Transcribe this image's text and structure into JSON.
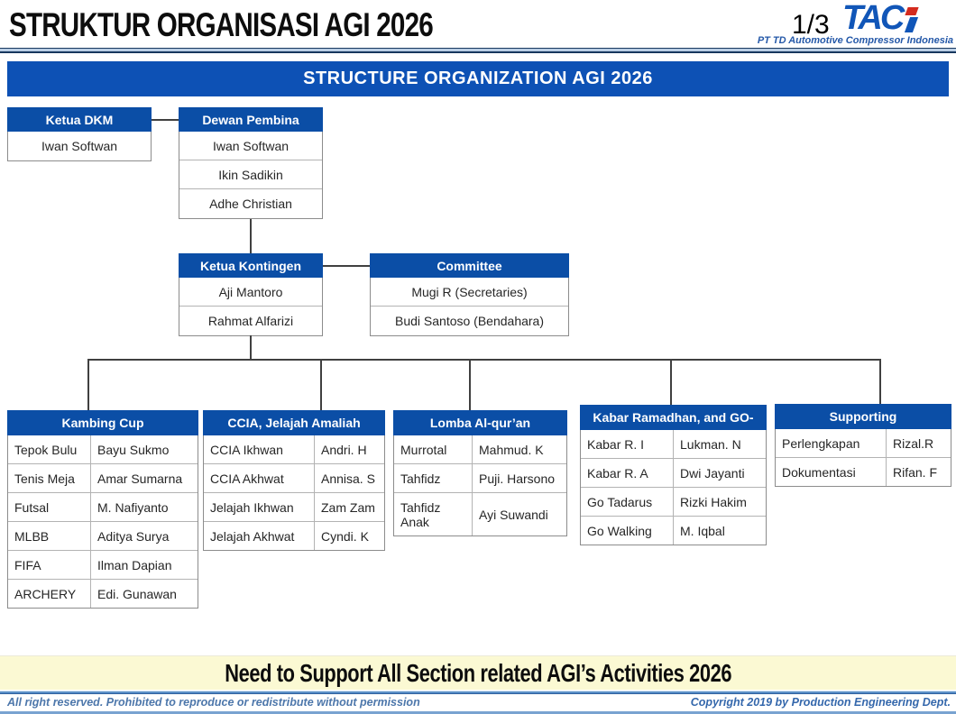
{
  "header": {
    "title": "STRUKTUR ORGANISASI AGI 2026",
    "page_indicator": "1/3",
    "logo": {
      "text": "TAC",
      "subtitle": "PT TD Automotive Compressor Indonesia"
    }
  },
  "banner": {
    "title": "STRUCTURE ORGANIZATION AGI 2026"
  },
  "org_chart": {
    "ketua_dkm": {
      "title": "Ketua DKM",
      "members": [
        "Iwan Softwan"
      ]
    },
    "dewan_pembina": {
      "title": "Dewan Pembina",
      "members": [
        "Iwan Softwan",
        "Ikin Sadikin",
        "Adhe Christian"
      ]
    },
    "ketua_kontingen": {
      "title": "Ketua Kontingen",
      "members": [
        "Aji Mantoro",
        "Rahmat Alfarizi"
      ]
    },
    "committee": {
      "title": "Committee",
      "members": [
        "Mugi R (Secretaries)",
        "Budi Santoso (Bendahara)"
      ]
    },
    "sections": [
      {
        "title": "Kambing Cup",
        "rows": [
          [
            "Tepok Bulu",
            "Bayu Sukmo"
          ],
          [
            "Tenis Meja",
            "Amar Sumarna"
          ],
          [
            "Futsal",
            "M. Nafiyanto"
          ],
          [
            "MLBB",
            "Aditya Surya"
          ],
          [
            "FIFA",
            "Ilman Dapian"
          ],
          [
            "ARCHERY",
            "Edi. Gunawan"
          ]
        ]
      },
      {
        "title": "CCIA, Jelajah Amaliah",
        "rows": [
          [
            "CCIA Ikhwan",
            "Andri. H"
          ],
          [
            "CCIA Akhwat",
            "Annisa. S"
          ],
          [
            "Jelajah Ikhwan",
            "Zam Zam"
          ],
          [
            "Jelajah Akhwat",
            "Cyndi. K"
          ]
        ]
      },
      {
        "title": "Lomba Al-qur’an",
        "rows": [
          [
            "Murrotal",
            "Mahmud. K"
          ],
          [
            "Tahfidz",
            "Puji. Harsono"
          ],
          [
            "Tahfidz Anak",
            "Ayi Suwandi"
          ]
        ]
      },
      {
        "title": "Kabar Ramadhan, and GO-",
        "rows": [
          [
            "Kabar R. I",
            "Lukman. N"
          ],
          [
            "Kabar R. A",
            "Dwi Jayanti"
          ],
          [
            "Go Tadarus",
            "Rizki Hakim"
          ],
          [
            "Go Walking",
            "M. Iqbal"
          ]
        ]
      },
      {
        "title": "Supporting",
        "rows": [
          [
            "Perlengkapan",
            "Rizal.R"
          ],
          [
            "Dokumentasi",
            "Rifan. F"
          ]
        ]
      }
    ]
  },
  "bottom_banner": {
    "text": "Need to Support All Section related AGI’s Activities 2026"
  },
  "footer": {
    "left": "All right reserved. Prohibited to reproduce or redistribute without permission",
    "right": "Copyright 2019 by Production Engineering Dept."
  },
  "colors": {
    "primary_blue": "#0b4ea6",
    "banner_blue": "#0d51b5",
    "logo_blue": "#1156b8",
    "logo_red": "#d42b1e",
    "pale_yellow": "#fbf9d3",
    "connector_gray": "#404040"
  }
}
